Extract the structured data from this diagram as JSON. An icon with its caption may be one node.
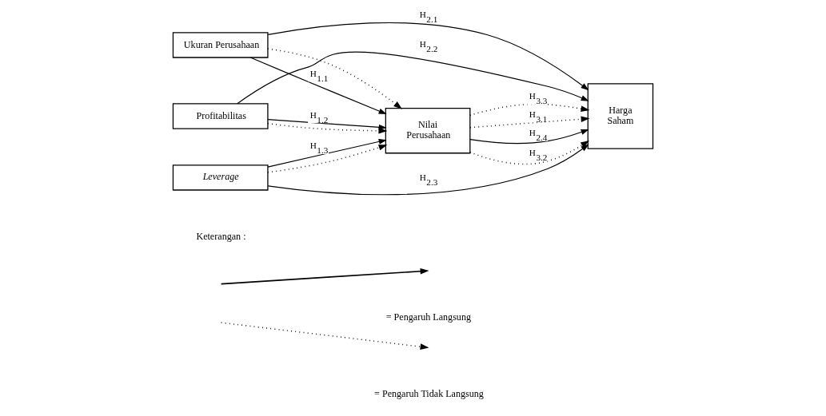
{
  "diagram": {
    "nodes": [
      {
        "text": [
          "Ukuran Perusahaan"
        ]
      },
      {
        "text": [
          "Profitabilitas"
        ]
      },
      {
        "text": [
          "Leverage"
        ]
      },
      {
        "text": [
          "Nilai Perusahaan"
        ]
      },
      {
        "text": [
          "Harga Saham"
        ]
      }
    ],
    "edges": [
      {
        "from": 0,
        "to": 4,
        "arrow": "to",
        "label": "H$_{2.1}$"
      },
      {
        "from": 0,
        "to": 3,
        "arrow": "to",
        "style": "dashed"
      },
      {
        "from": 0,
        "to": 3,
        "arrow": "to",
        "label": "H$_{1.1}$"
      },
      {
        "from": 1,
        "to": 3,
        "arrow": "to",
        "label": "H$_{1.2}$"
      },
      {
        "from": 1,
        "to": 3,
        "arrow": "to",
        "style": "dashed"
      },
      {
        "from": 2,
        "to": 3,
        "arrow": "to",
        "label": "H$_{1.3}$"
      },
      {
        "from": 2,
        "to": 3,
        "arrow": "to",
        "style": "dashed"
      },
      {
        "from": 3,
        "to": 4,
        "arrow": "to",
        "label": "H$_{3.1}$",
        "style": "dashed"
      },
      {
        "from": 3,
        "to": 4,
        "arrow": "to",
        "label": "H$_{2.4}$"
      },
      {
        "from": 3,
        "to": 4,
        "arrow": "to",
        "label": "H$_{3.2}$",
        "style": "dashed"
      },
      {
        "from": 3,
        "to": 4,
        "arrow": "to",
        "label": "H$_{3.3}$",
        "style": "dashed"
      },
      {
        "from": 1,
        "to": 4,
        "arrow": "to",
        "label": "H$_{2.2}$"
      },
      {
        "from": 2,
        "to": 4,
        "arrow": "to",
        "label": "H$_{2.3}$"
      }
    ],
    "labels": [
      "Keterangan :"
    ],
    "legend": [
      {
        "text": "= Pengaruh Langsung"
      },
      {
        "text": "= Pengaruh Tidak Langsung"
      }
    ]
  }
}
